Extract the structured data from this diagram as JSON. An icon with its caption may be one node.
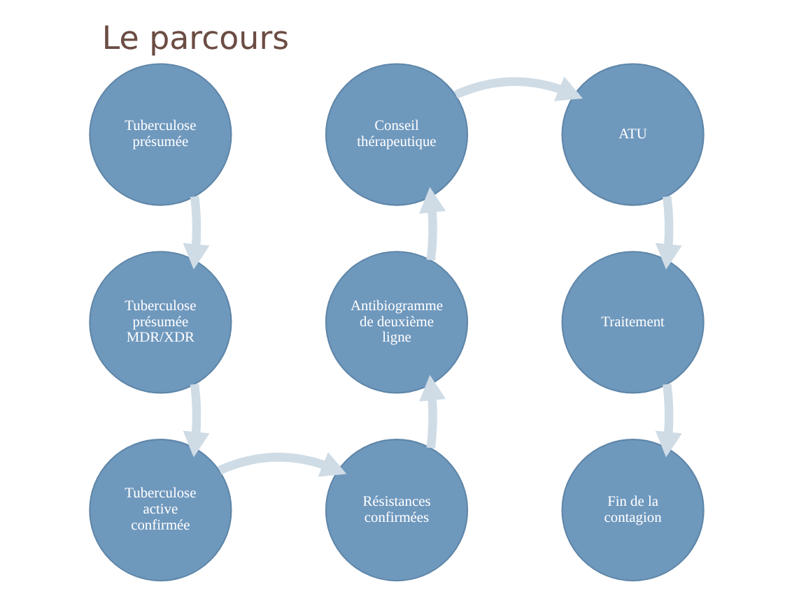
{
  "diagram": {
    "title": "Le parcours",
    "nodes": [
      {
        "text": [
          "Tuberculose présumée"
        ]
      },
      {
        "text": [
          "Tuberculose présumée MDR/XDR"
        ]
      },
      {
        "text": [
          "Tuberculose active confirmée"
        ]
      },
      {
        "text": [
          "Résistances confirmées"
        ]
      },
      {
        "text": [
          "Antibiogramme de deuxième ligne"
        ]
      },
      {
        "text": [
          "Conseil thérapeutique"
        ]
      },
      {
        "text": [
          "ATU"
        ]
      },
      {
        "text": [
          "Traitement"
        ]
      },
      {
        "text": [
          "Fin de la contagion"
        ]
      }
    ],
    "edges": [
      {
        "from": 0,
        "to": 1,
        "arrow": "to"
      },
      {
        "from": 1,
        "to": 2,
        "arrow": "to"
      },
      {
        "from": 2,
        "to": 3,
        "arrow": "to"
      },
      {
        "from": 3,
        "to": 4,
        "arrow": "to"
      },
      {
        "from": 4,
        "to": 5,
        "arrow": "to"
      },
      {
        "from": 5,
        "to": 6,
        "arrow": "to"
      },
      {
        "from": 6,
        "to": 7,
        "arrow": "to"
      },
      {
        "from": 7,
        "to": 8,
        "arrow": "to"
      }
    ]
  }
}
